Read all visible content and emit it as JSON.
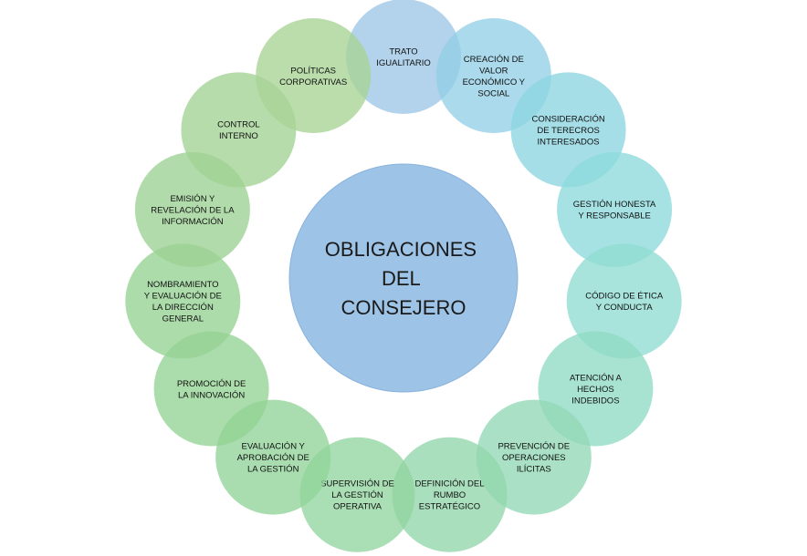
{
  "center": {
    "lines": [
      "OBLIGACIONES",
      "DEL",
      "CONSEJERO"
    ],
    "color": "#9dc3e6",
    "stroke": "#8ab3dd"
  },
  "nodes": [
    {
      "lines": [
        "TRATO",
        "IGUALITARIO"
      ],
      "color": "#9cc7e6"
    },
    {
      "lines": [
        "CREACIÓN DE",
        "VALOR",
        "ECONÓMICO Y",
        "SOCIAL"
      ],
      "color": "#92cfe6"
    },
    {
      "lines": [
        "CONSIDERACIÓN",
        "DE TERECROS",
        "INTERESADOS"
      ],
      "color": "#8dd5e2"
    },
    {
      "lines": [
        "GESTIÓN HONESTA",
        "Y RESPONSABLE"
      ],
      "color": "#8ddadb"
    },
    {
      "lines": [
        "CÓDIGO DE ÉTICA",
        "Y CONDUCTA"
      ],
      "color": "#8fddd1"
    },
    {
      "lines": [
        "ATENCIÓN A",
        "HECHOS",
        "INDEBIDOS"
      ],
      "color": "#90dbc4"
    },
    {
      "lines": [
        "PREVENCIÓN DE",
        "OPERACIONES",
        "ILÍCITAS"
      ],
      "color": "#92d8b6"
    },
    {
      "lines": [
        "DEFINICIÓN DEL",
        "RUMBO",
        "ESTRATÉGICO"
      ],
      "color": "#92d6aa"
    },
    {
      "lines": [
        "SUPERVISIÓN DE",
        "LA GESTIÓN",
        "OPERATIVA"
      ],
      "color": "#92d59f"
    },
    {
      "lines": [
        "EVALUACIÓN Y",
        "APROBACIÓN DE",
        "LA GESTIÓN"
      ],
      "color": "#91d398"
    },
    {
      "lines": [
        "PROMOCIÓN DE",
        "LA INNOVACIÓN"
      ],
      "color": "#93d294"
    },
    {
      "lines": [
        "NOMBRAMIENTO",
        "Y EVALUACIÓN DE",
        "LA DIRECCIÓN",
        "GENERAL"
      ],
      "color": "#96d293"
    },
    {
      "lines": [
        "EMISIÓN Y",
        "REVELACIÓN DE LA",
        "INFORMACIÓN"
      ],
      "color": "#9bd192"
    },
    {
      "lines": [
        "CONTROL",
        "INTERNO"
      ],
      "color": "#a1d293"
    },
    {
      "lines": [
        "POLÍTICAS",
        "CORPORATIVAS"
      ],
      "color": "#a8d495"
    }
  ]
}
